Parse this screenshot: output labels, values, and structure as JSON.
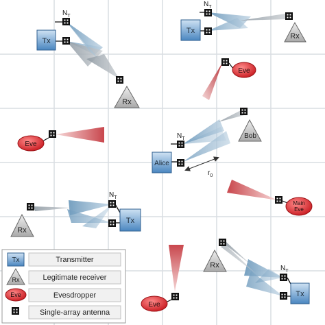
{
  "labels": {
    "tx": "Tx",
    "rx": "Rx",
    "eve": "Eve",
    "alice": "Alice",
    "bob": "Bob",
    "main_eve_line1": "Main",
    "main_eve_line2": "Eve",
    "nt": "N",
    "nt_sub": "T",
    "r0": "r",
    "r0_sub": "0"
  },
  "legend": {
    "items": [
      {
        "icon": "tx-box-icon",
        "symbol": "Tx",
        "label": "Transmitter"
      },
      {
        "icon": "rx-triangle-icon",
        "symbol": "Rx",
        "label": "Legitimate receiver"
      },
      {
        "icon": "eve-ellipse-icon",
        "symbol": "Eve",
        "label": "Evesdropper"
      },
      {
        "icon": "antenna-icon",
        "symbol": "",
        "label": "Single-array antenna"
      }
    ]
  },
  "colors": {
    "grid": "#d9dde2",
    "tx_fill": "#5b9bd5",
    "tx_stroke": "#2f5f8f",
    "rx_fill": "#c8c8c8",
    "eve_fill": "#e0393e",
    "beam_blue": "#7aa5c4",
    "beam_gray": "#a8a8a8",
    "beam_red": "#d9777c",
    "antenna": "#111111"
  }
}
